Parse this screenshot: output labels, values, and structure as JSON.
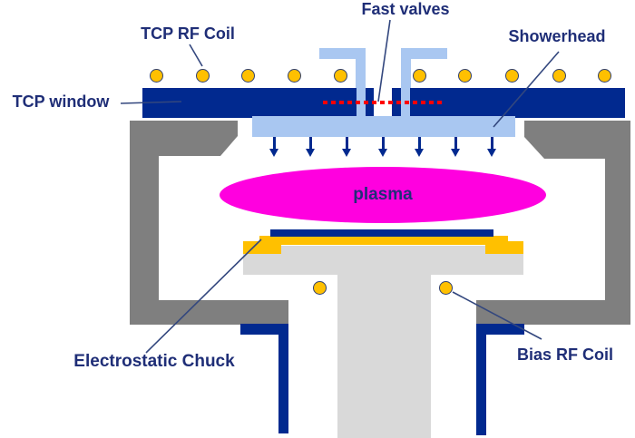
{
  "labels": {
    "fast_valves": "Fast valves",
    "tcp_rf_coil": "TCP RF Coil",
    "showerhead": "Showerhead",
    "tcp_window": "TCP window",
    "plasma": "plasma",
    "electrostatic_chuck": "Electrostatic Chuck",
    "bias_rf_coil": "Bias RF Coil"
  },
  "counts": {
    "tcp_coil_turns": 10,
    "bias_coil_turns": 2,
    "showerhead_arrows": 7,
    "fast_valve_inlets": 2
  },
  "colors": {
    "background": "#FFFFFF",
    "navy": "#01298F",
    "label_text": "#1F2E77",
    "light_blue": "#A9C7F1",
    "chamber_gray": "#7F7F7F",
    "pedestal_gray": "#D9D9D9",
    "coil_yellow": "#FFC000",
    "coil_outline": "#31406F",
    "plasma_magenta": "#FF00DF",
    "valve_red": "#FF0000",
    "pointer_line": "#33477E"
  }
}
